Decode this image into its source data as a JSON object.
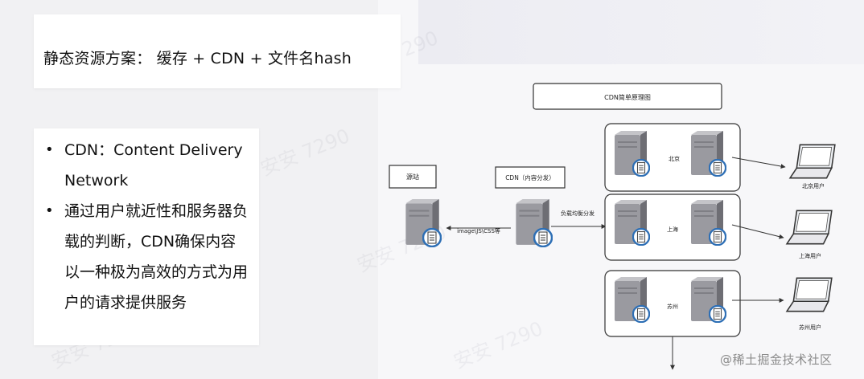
{
  "slide": {
    "title": "静态资源方案： 缓存 + CDN + 文件名hash",
    "bullets": [
      "CDN：Content Delivery Network",
      "通过用户就近性和服务器负载的判断，CDN确保内容以一种极为高效的方式为用户的请求提供服务"
    ],
    "watermark": "安安 7290"
  },
  "diagram": {
    "title": "CDN简单原理图",
    "origin_label": "源站",
    "cdn_label": "CDN（内容分发）",
    "edge_arrow_label": "image\\JS\\CSS等",
    "lb_label": "负载均衡分发",
    "nodes": [
      {
        "city": "北京",
        "user": "北京用户"
      },
      {
        "city": "上海",
        "user": "上海用户"
      },
      {
        "city": "苏州",
        "user": "苏州用户"
      }
    ],
    "colors": {
      "server_body": "#9a9aa0",
      "server_dark": "#6e6e74",
      "doc_ring": "#2e6fb5",
      "line": "#333333"
    }
  },
  "branding": {
    "text": "@稀土掘金技术社区"
  }
}
